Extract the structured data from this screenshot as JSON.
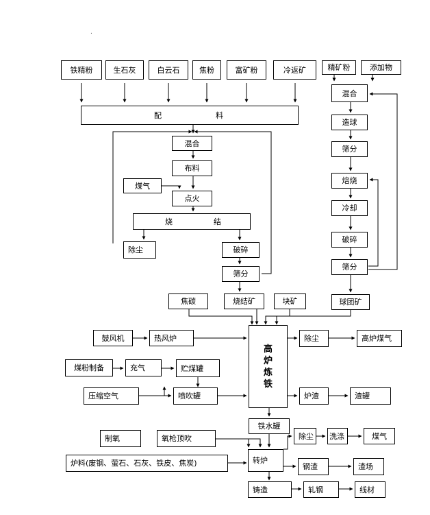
{
  "sinter": {
    "inputs": [
      "铁精粉",
      "生石灰",
      "白云石",
      "焦粉",
      "富矿粉",
      "冷返矿"
    ],
    "batch": [
      "配",
      "料"
    ],
    "mix": "混合",
    "lay": "布料",
    "gas": "煤气",
    "ignite": "点火",
    "sinter_line": [
      "烧",
      "结"
    ],
    "dust": "除尘",
    "crush": "破碎",
    "screen": "筛分"
  },
  "pellet": {
    "inputs": [
      "精矿粉",
      "添加物"
    ],
    "mix": "混合",
    "ball": "造球",
    "screen1": "筛分",
    "roast": "焙烧",
    "cool": "冷却",
    "crush": "破碎",
    "screen2": "筛分"
  },
  "feed": {
    "coke": "焦碳",
    "sinter_ore": "烧结矿",
    "lump_ore": "块矿",
    "pellet_ore": "球团矿"
  },
  "furnace": {
    "title_chars": [
      "高",
      "炉",
      "炼",
      "铁"
    ],
    "blower": "鼓风机",
    "hot_stove": "热风炉",
    "coal_prep": "煤粉制备",
    "charge_gas": "充气",
    "coal_tank": "贮煤罐",
    "compressed_air": "压缩空气",
    "inject_tank": "喷吹罐",
    "dust": "除尘",
    "bf_gas": "高炉煤气",
    "slag": "炉渣",
    "slag_pot": "渣罐"
  },
  "steel": {
    "hot_metal_pot": "铁水罐",
    "oxygen_make": "制氧",
    "lance": "氧枪顶吹",
    "charge": "炉料(废钢、萤石、石灰、铁皮、焦炭)",
    "converter": "转炉",
    "dust": "除尘",
    "wash": "洗涤",
    "gas": "煤气",
    "steel_slag": "钢渣",
    "slag_yard": "渣场",
    "casting": "铸造",
    "rolling": "轧钢",
    "wire": "线材"
  },
  "stray_mark": "."
}
